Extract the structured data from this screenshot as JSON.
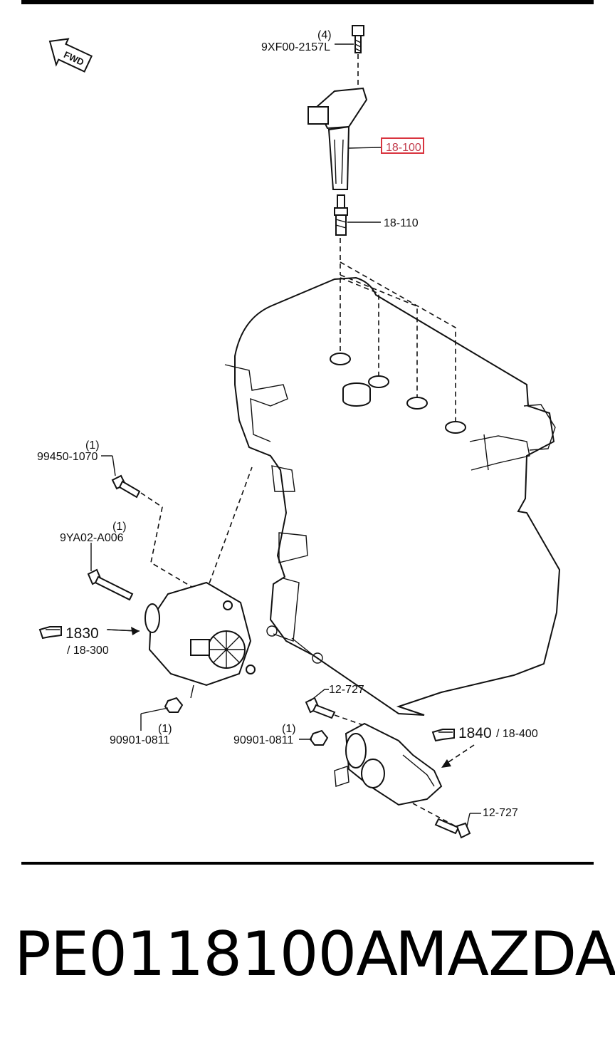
{
  "labels": {
    "bolt_qty": "(4)",
    "bolt_part": "9XF00-2157L",
    "coil_part": "18-100",
    "plug_part": "18-110",
    "bolt2_qty": "(1)",
    "bolt2_part": "99450-1070",
    "bolt3_qty": "(1)",
    "bolt3_part": "9YA02-A006",
    "alt_ref": "1830",
    "alt_ref_sub": "/ 18-300",
    "nut_qty": "(1)",
    "nut_part": "90901-0811",
    "starter_bolt_top": "12-727",
    "nut2_qty": "(1)",
    "nut2_part": "90901-0811",
    "starter_ref": "1840",
    "starter_ref_sub": "/ 18-400",
    "starter_bolt_bottom": "12-727",
    "fwd": "FWD"
  },
  "footer": {
    "part_number": "PE0118100A",
    "brand": "MAZDA"
  },
  "colors": {
    "highlight": "#d9343f",
    "line": "#111111"
  }
}
